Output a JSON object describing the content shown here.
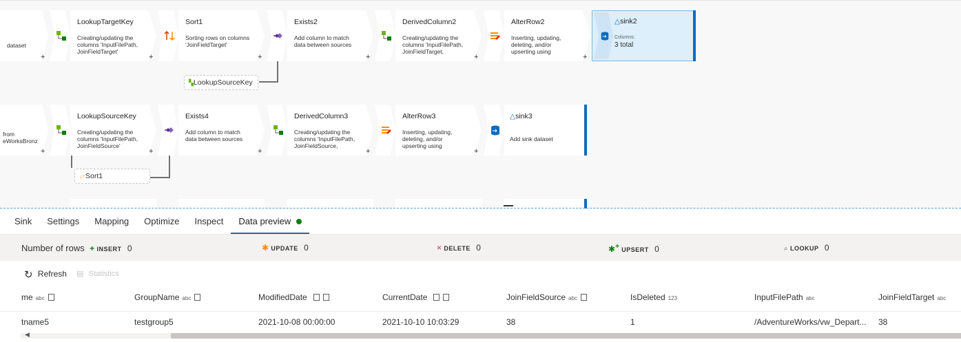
{
  "canvas": {
    "row1": {
      "partial_desc": "dataset",
      "nodes": [
        {
          "title": "LookupTargetKey",
          "desc": "Creating/updating the columns 'InputFilePath, JoinFieldTarget'"
        },
        {
          "title": "Sort1",
          "desc": "Sorting rows on columns 'JoinFieldTarget'"
        },
        {
          "title": "Exists2",
          "desc": "Add column to match data between sources"
        },
        {
          "title": "DerivedColumn2",
          "desc": "Creating/updating the columns 'InputFilePath, JoinFieldTarget, IsDeleted'"
        },
        {
          "title": "AlterRow2",
          "desc": "Inserting, updating, deleting, and/or upserting using expressions on columns"
        }
      ],
      "sink": {
        "title": "sink2",
        "sub": "Columns:",
        "value": "3 total"
      },
      "branch": "LookupSourceKey"
    },
    "row2": {
      "partial_desc_1": "from",
      "partial_desc_2": "eWorksBronz",
      "nodes": [
        {
          "title": "LookupSourceKey",
          "desc": "Creating/updating the columns 'InputFilePath, JoinFieldSource'"
        },
        {
          "title": "Exists4",
          "desc": "Add column to match data between sources"
        },
        {
          "title": "DerivedColumn3",
          "desc": "Creating/updating the columns 'InputFilePath, JoinFieldSource, IsDeleted'"
        },
        {
          "title": "AlterRow3",
          "desc": "Inserting, updating, deleting, and/or upserting using expressions on columns"
        }
      ],
      "sink": {
        "title": "sink3",
        "desc": "Add sink dataset"
      },
      "branch": "Sort1"
    },
    "plus": "+"
  },
  "tabs": [
    {
      "label": "Sink"
    },
    {
      "label": "Settings"
    },
    {
      "label": "Mapping"
    },
    {
      "label": "Optimize"
    },
    {
      "label": "Inspect"
    },
    {
      "label": "Data preview"
    }
  ],
  "counts": {
    "rows_label": "Number of rows",
    "insert": {
      "label": "INSERT",
      "value": "0"
    },
    "update": {
      "label": "UPDATE",
      "value": "0"
    },
    "delete": {
      "label": "DELETE",
      "value": "0"
    },
    "upsert": {
      "label": "UPSERT",
      "value": "0"
    },
    "lookup": {
      "label": "LOOKUP",
      "value": "0"
    }
  },
  "toolbar": {
    "refresh": "Refresh",
    "statistics": "Statistics"
  },
  "table": {
    "columns": [
      {
        "name": "me",
        "type": "abc"
      },
      {
        "name": "GroupName",
        "type": "abc"
      },
      {
        "name": "ModifiedDate",
        "type": ""
      },
      {
        "name": "CurrentDate",
        "type": ""
      },
      {
        "name": "JoinFieldSource",
        "type": "abc"
      },
      {
        "name": "IsDeleted",
        "type": "123"
      },
      {
        "name": "InputFilePath",
        "type": "abc"
      },
      {
        "name": "JoinFieldTarget",
        "type": "abc"
      }
    ],
    "rows": [
      [
        "tname5",
        "testgroup5",
        "2021-10-08 00:00:00",
        "2021-10-10 10:03:29",
        "38",
        "1",
        "/AdventureWorks/vw_Depart...",
        "38"
      ]
    ]
  },
  "colors": {
    "accent": "#0f6cbd",
    "sink_selected": "#dceffb",
    "status_ok": "#107c10"
  }
}
